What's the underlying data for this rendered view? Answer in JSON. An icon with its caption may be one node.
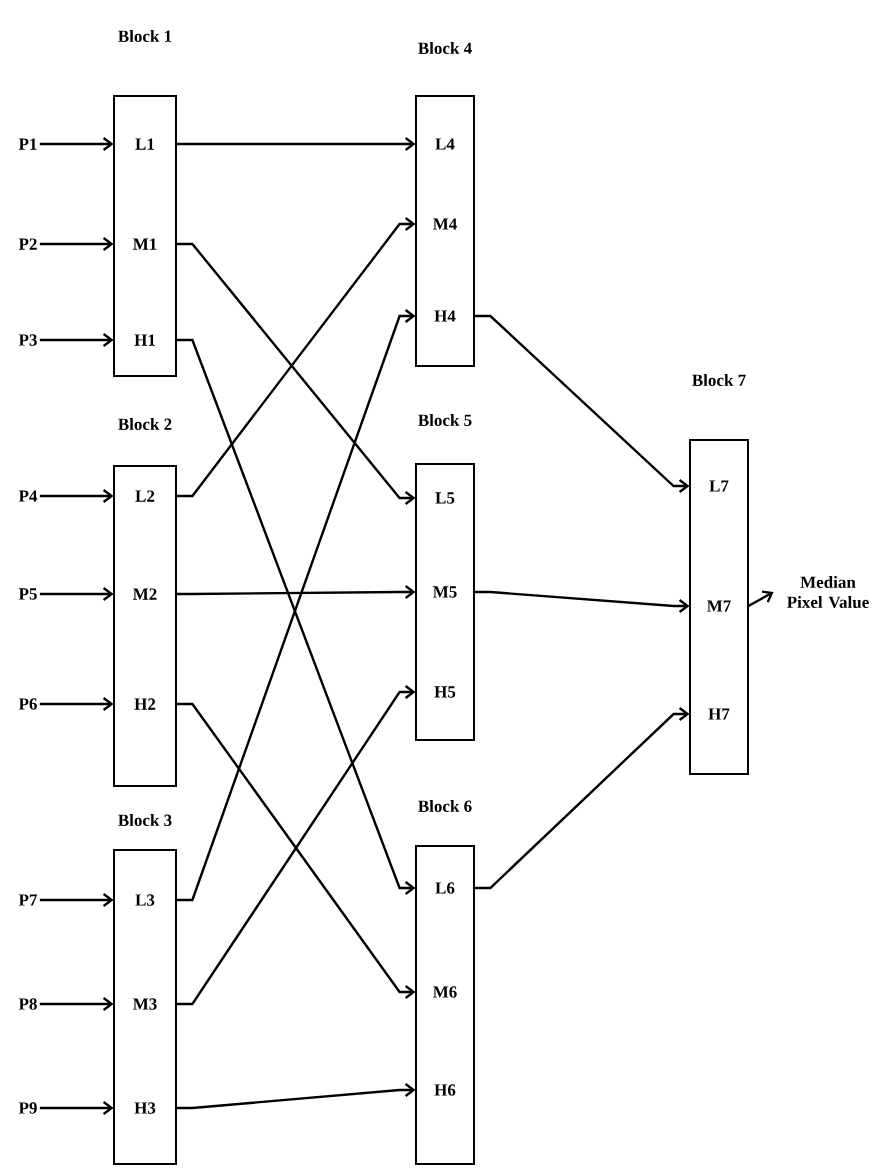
{
  "diagram": {
    "nodes": [
      {
        "text": [
          "Block 1"
        ]
      },
      {
        "text": [
          "L1"
        ],
        "in": 0
      },
      {
        "text": [
          "M1"
        ],
        "in": 0
      },
      {
        "text": [
          "H1"
        ],
        "in": 0
      },
      {
        "text": [
          "Block 2"
        ]
      },
      {
        "text": [
          "L2"
        ],
        "in": 4
      },
      {
        "text": [
          "M2"
        ],
        "in": 4
      },
      {
        "text": [
          "H2"
        ],
        "in": 4
      },
      {
        "text": [
          "Block 3"
        ]
      },
      {
        "text": [
          "L3"
        ],
        "in": 8
      },
      {
        "text": [
          "M3"
        ],
        "in": 8
      },
      {
        "text": [
          "H3"
        ],
        "in": 8
      },
      {
        "text": [
          "Block 4"
        ]
      },
      {
        "text": [
          "L4"
        ],
        "in": 12
      },
      {
        "text": [
          "M4"
        ],
        "in": 12
      },
      {
        "text": [
          "H4"
        ],
        "in": 12
      },
      {
        "text": [
          "Block 5"
        ]
      },
      {
        "text": [
          "L5"
        ],
        "in": 16
      },
      {
        "text": [
          "M5"
        ],
        "in": 16
      },
      {
        "text": [
          "H5"
        ],
        "in": 16
      },
      {
        "text": [
          "Block 6"
        ]
      },
      {
        "text": [
          "L6"
        ],
        "in": 20
      },
      {
        "text": [
          "M6"
        ],
        "in": 20
      },
      {
        "text": [
          "H6"
        ],
        "in": 20
      },
      {
        "text": [
          "Block 7"
        ]
      },
      {
        "text": [
          "L7"
        ],
        "in": 24
      },
      {
        "text": [
          "M7"
        ],
        "in": 24
      },
      {
        "text": [
          "H7"
        ],
        "in": 24
      },
      {
        "text": [
          "P1"
        ]
      },
      {
        "text": [
          "P2"
        ]
      },
      {
        "text": [
          "P3"
        ]
      },
      {
        "text": [
          "P4"
        ]
      },
      {
        "text": [
          "P5"
        ]
      },
      {
        "text": [
          "P6"
        ]
      },
      {
        "text": [
          "P7"
        ]
      },
      {
        "text": [
          "P8"
        ]
      },
      {
        "text": [
          "P9"
        ]
      },
      {
        "text": [
          "Median Pixel Value"
        ]
      }
    ],
    "edges": [
      {
        "from": 28,
        "to": 1,
        "arrow": "to"
      },
      {
        "from": 29,
        "to": 2,
        "arrow": "to"
      },
      {
        "from": 30,
        "to": 3,
        "arrow": "to"
      },
      {
        "from": 31,
        "to": 5,
        "arrow": "to"
      },
      {
        "from": 32,
        "to": 6,
        "arrow": "to"
      },
      {
        "from": 33,
        "to": 7,
        "arrow": "to"
      },
      {
        "from": 34,
        "to": 9,
        "arrow": "to"
      },
      {
        "from": 35,
        "to": 10,
        "arrow": "to"
      },
      {
        "from": 36,
        "to": 11,
        "arrow": "to"
      },
      {
        "from": 1,
        "to": 13,
        "arrow": "to"
      },
      {
        "from": 2,
        "to": 17,
        "arrow": "to"
      },
      {
        "from": 3,
        "to": 21,
        "arrow": "to"
      },
      {
        "from": 5,
        "to": 14,
        "arrow": "to"
      },
      {
        "from": 6,
        "to": 18,
        "arrow": "to"
      },
      {
        "from": 7,
        "to": 22,
        "arrow": "to"
      },
      {
        "from": 9,
        "to": 15,
        "arrow": "to"
      },
      {
        "from": 10,
        "to": 19,
        "arrow": "to"
      },
      {
        "from": 11,
        "to": 23,
        "arrow": "to"
      },
      {
        "from": 15,
        "to": 25,
        "arrow": "to"
      },
      {
        "from": 18,
        "to": 26,
        "arrow": "to"
      },
      {
        "from": 21,
        "to": 27,
        "arrow": "to"
      },
      {
        "from": 26,
        "to": 37,
        "arrow": "to"
      }
    ]
  }
}
